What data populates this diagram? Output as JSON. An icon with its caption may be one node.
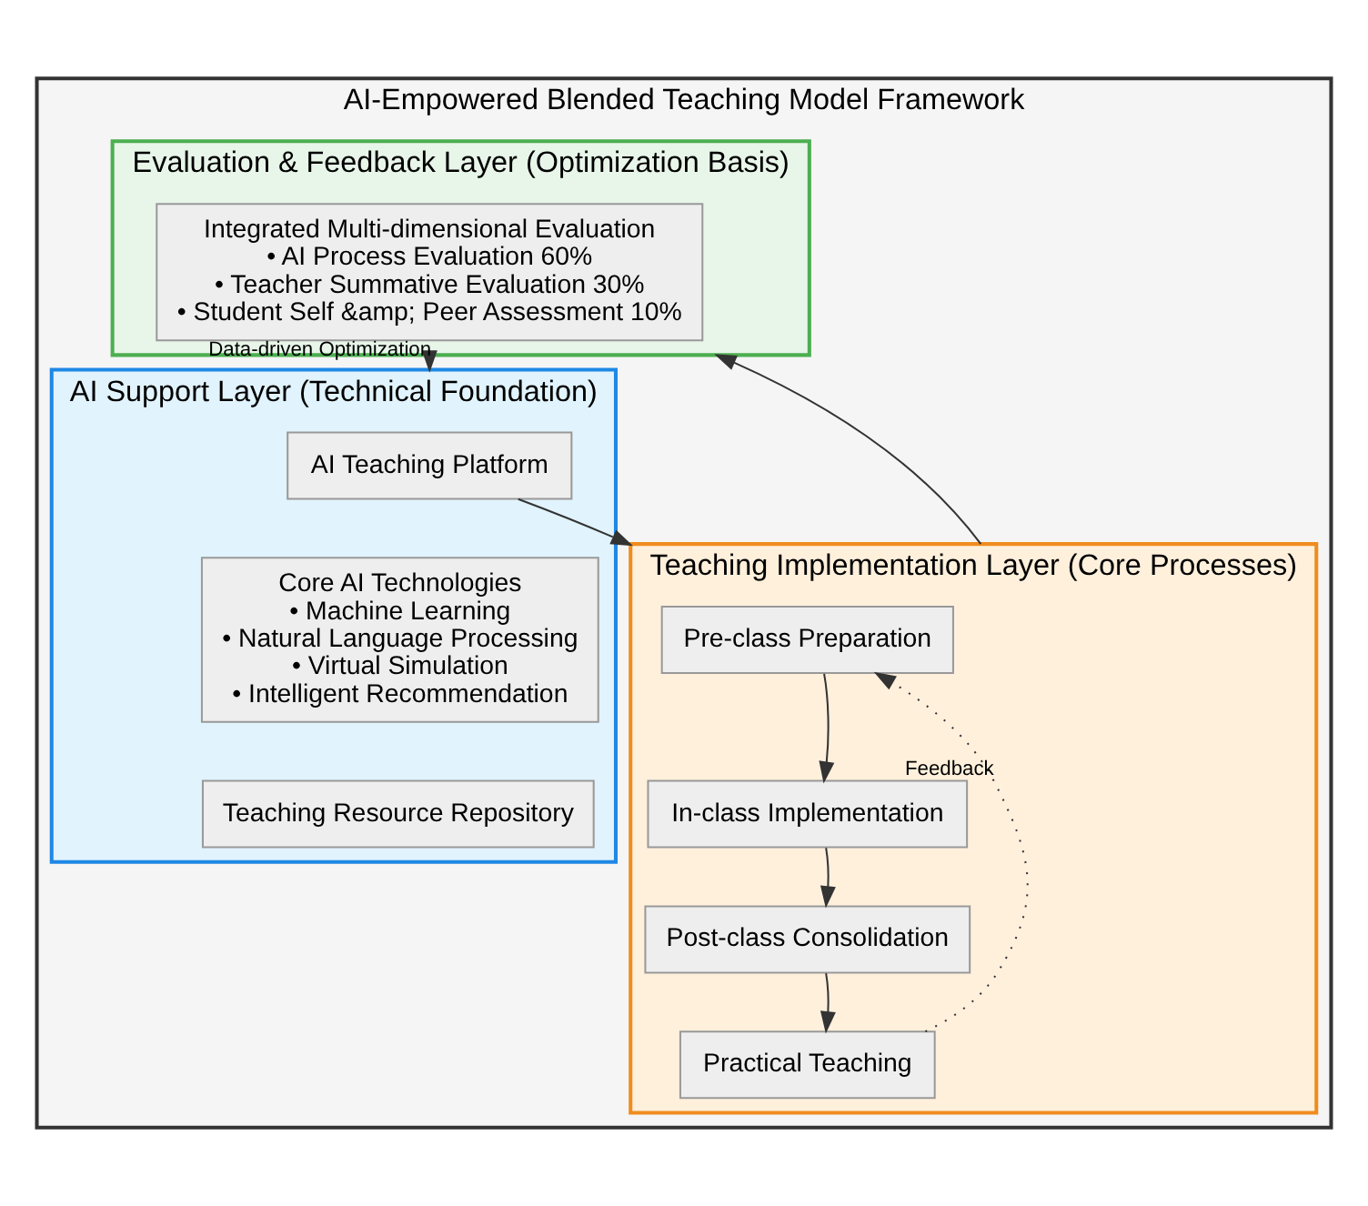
{
  "diagram": {
    "nodes": [
      {
        "text": [
          "AI-Empowered Blended Teaching Model Framework"
        ]
      },
      {
        "text": [
          "Evaluation & Feedback Layer (Optimization Basis)"
        ],
        "in": 0
      },
      {
        "text": [
          "Integrated Multi-dimensional Evaluation",
          "• AI Process Evaluation 60%",
          "• Teacher Summative Evaluation 30%",
          "• Student Self &amp; Peer Assessment 10%"
        ],
        "in": 1
      },
      {
        "text": [
          "AI Support Layer (Technical Foundation)"
        ],
        "in": 0
      },
      {
        "text": [
          "AI Teaching Platform"
        ],
        "in": 3
      },
      {
        "text": [
          "Core AI Technologies",
          "• Machine Learning",
          "• Natural Language Processing",
          "• Virtual Simulation",
          "• Intelligent Recommendation"
        ],
        "in": 3
      },
      {
        "text": [
          "Teaching Resource Repository"
        ],
        "in": 3
      },
      {
        "text": [
          "Teaching Implementation Layer (Core Processes)"
        ],
        "in": 0
      },
      {
        "text": [
          "Pre-class Preparation"
        ],
        "in": 7
      },
      {
        "text": [
          "In-class Implementation"
        ],
        "in": 7
      },
      {
        "text": [
          "Post-class Consolidation"
        ],
        "in": 7
      },
      {
        "text": [
          "Practical Teaching"
        ],
        "in": 7
      }
    ],
    "edges": [
      {
        "from": 1,
        "to": 3,
        "arrow": "to",
        "label": "Data-driven Optimization"
      },
      {
        "from": 4,
        "to": 7,
        "arrow": "to"
      },
      {
        "from": 7,
        "to": 1,
        "arrow": "to"
      },
      {
        "from": 8,
        "to": 9,
        "arrow": "to"
      },
      {
        "from": 9,
        "to": 10,
        "arrow": "to"
      },
      {
        "from": 10,
        "to": 11,
        "arrow": "to"
      },
      {
        "from": 11,
        "to": 8,
        "arrow": "to",
        "label": "Feedback",
        "style": "dashed"
      }
    ]
  }
}
